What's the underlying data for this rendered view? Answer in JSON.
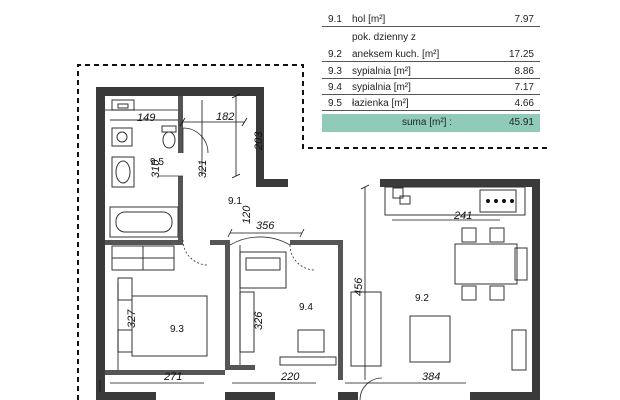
{
  "rooms": [
    {
      "id": "9.1",
      "name": "hol [m²]",
      "area": "7.97"
    },
    {
      "id": "9.2",
      "name_line1": "pok. dzienny z",
      "name": "aneksem kuch. [m²]",
      "area": "17.25"
    },
    {
      "id": "9.3",
      "name": "sypialnia [m²]",
      "area": "8.86"
    },
    {
      "id": "9.4",
      "name": "sypialnia [m²]",
      "area": "7.17"
    },
    {
      "id": "9.5",
      "name": "łazienka [m²]",
      "area": "4.66"
    }
  ],
  "sum": {
    "label": "suma [m²] :",
    "value": "45.91"
  },
  "plan_labels": {
    "r91": "9.1",
    "r92": "9.2",
    "r93": "9.3",
    "r94": "9.4",
    "r95": "9.5"
  },
  "dimensions": {
    "d149": "149",
    "d182": "182",
    "d203": "203",
    "d321": "321",
    "d310": "310",
    "d120": "120",
    "d356": "356",
    "d241": "241",
    "d456": "456",
    "d327": "327",
    "d326": "326",
    "d271": "271",
    "d220": "220",
    "d384": "384"
  },
  "colors": {
    "wall": "#3a3a3a",
    "line": "#222222",
    "dim": "#111111",
    "sum_bg": "#8fcbb8"
  }
}
